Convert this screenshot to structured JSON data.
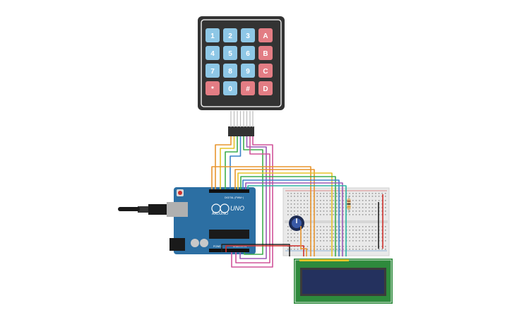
{
  "keypad": {
    "keys": [
      [
        "1",
        "2",
        "3",
        "A"
      ],
      [
        "4",
        "5",
        "6",
        "B"
      ],
      [
        "7",
        "8",
        "9",
        "C"
      ],
      [
        "*",
        "0",
        "#",
        "D"
      ]
    ],
    "colors": {
      "digit": "#8ec7e6",
      "letter": "#e37d84",
      "body": "#333333"
    }
  },
  "arduino": {
    "brand": "ARDUINO",
    "model": "UNO",
    "digital_label": "DIGITAL (PWM~)",
    "power_label": "POWER",
    "analog_label": "ANALOG IN",
    "board_color": "#2c6fa3"
  },
  "lcd": {
    "screen_color": "#24315e",
    "board_color": "#2e8a3c"
  },
  "breadboard": {
    "color": "#e9e9e9"
  },
  "wire_colors": {
    "orange": "#e8952f",
    "yellow": "#e6c326",
    "green": "#3fae4e",
    "blue": "#3a82c9",
    "purple": "#9b59b6",
    "pink": "#d1549a",
    "red": "#d0312d",
    "black": "#222222",
    "teal": "#2bb3a3"
  }
}
